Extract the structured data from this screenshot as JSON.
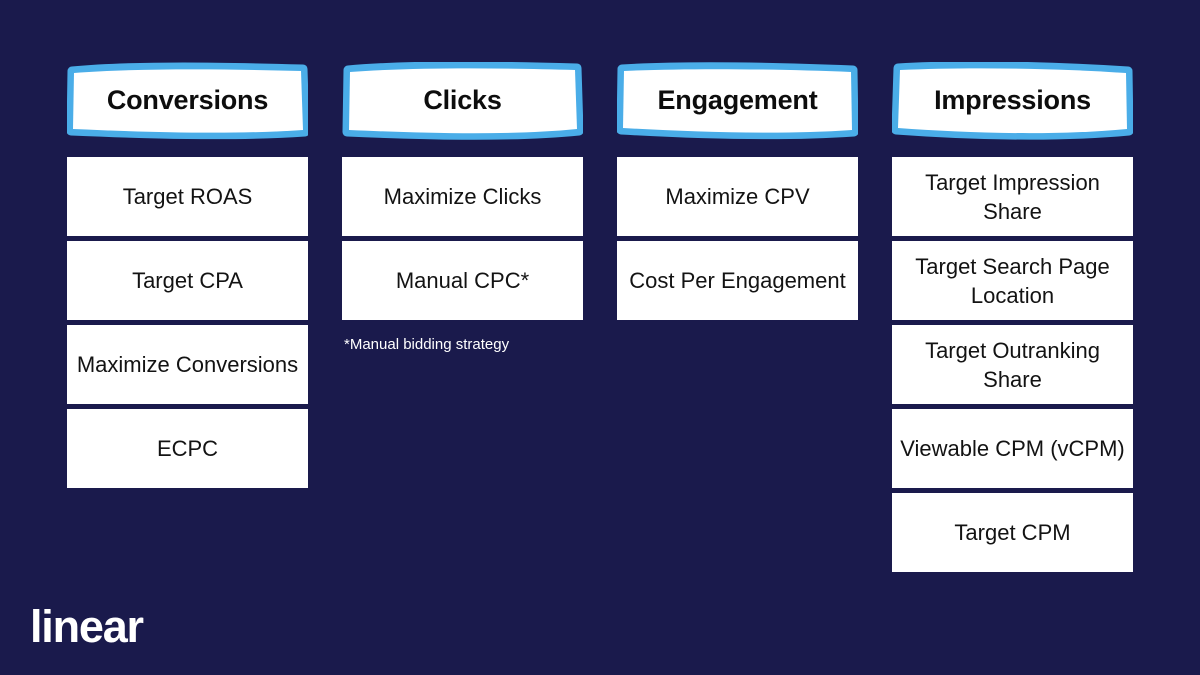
{
  "slide": {
    "background_color": "#1a1a4c",
    "header_outline_color": "#4aade8",
    "card_color": "#ffffff",
    "text_color": "#131313",
    "logo": "linear"
  },
  "columns": [
    {
      "header": "Conversions",
      "items": [
        "Target ROAS",
        "Target CPA",
        "Maximize Conversions",
        "ECPC"
      ],
      "footnote": ""
    },
    {
      "header": "Clicks",
      "items": [
        "Maximize Clicks",
        "Manual CPC*"
      ],
      "footnote": "*Manual bidding strategy"
    },
    {
      "header": "Engagement",
      "items": [
        "Maximize CPV",
        "Cost Per Engagement"
      ],
      "footnote": ""
    },
    {
      "header": "Impressions",
      "items": [
        "Target Impression Share",
        "Target Search Page Location",
        "Target Outranking Share",
        "Viewable CPM (vCPM)",
        "Target CPM"
      ],
      "footnote": ""
    }
  ]
}
